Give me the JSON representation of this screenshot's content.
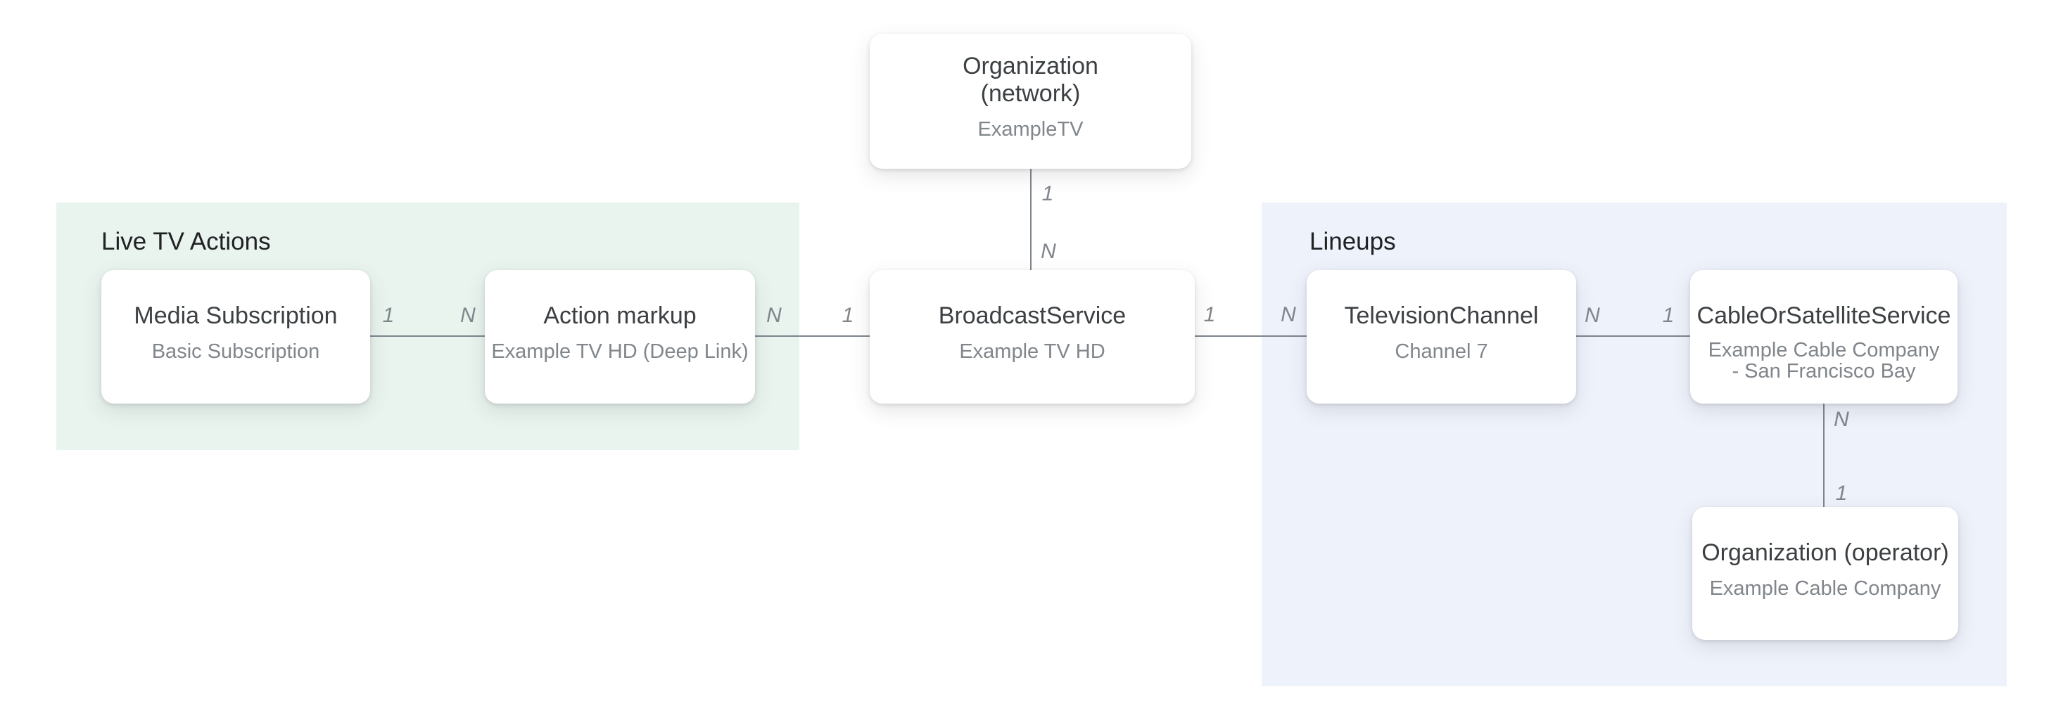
{
  "regions": {
    "live_tv_actions": {
      "label": "Live TV Actions",
      "bg_color": "#e9f4ee"
    },
    "lineups": {
      "label": "Lineups",
      "bg_color": "#eef2fb"
    }
  },
  "nodes": {
    "org_network": {
      "title": "Organization (network)",
      "subtitle": "ExampleTV"
    },
    "media_subscription": {
      "title": "Media Subscription",
      "subtitle": "Basic Subscription"
    },
    "action_markup": {
      "title": "Action markup",
      "subtitle": "Example TV HD (Deep Link)"
    },
    "broadcast_service": {
      "title": "BroadcastService",
      "subtitle": "Example TV HD"
    },
    "television_channel": {
      "title": "TelevisionChannel",
      "subtitle": "Channel 7"
    },
    "cable_or_satellite_service": {
      "title": "CableOrSatelliteService",
      "subtitle": "Example Cable Company - San Francisco Bay"
    },
    "org_operator": {
      "title": "Organization (operator)",
      "subtitle": "Example Cable Company"
    }
  },
  "edge_labels": {
    "network_broadcast_top": "1",
    "network_broadcast_bottom": "N",
    "mediasub_action_left": "1",
    "mediasub_action_right": "N",
    "action_broadcast_left": "N",
    "action_broadcast_right": "1",
    "broadcast_tv_left": "1",
    "broadcast_tv_right": "N",
    "tv_cable_left": "N",
    "tv_cable_right": "1",
    "cable_operator_top": "N",
    "cable_operator_bottom": "1"
  },
  "colors": {
    "line": "#7d858d",
    "title_text": "#3c4043",
    "subtitle_text": "#80868b",
    "region_label_text": "#202124"
  }
}
